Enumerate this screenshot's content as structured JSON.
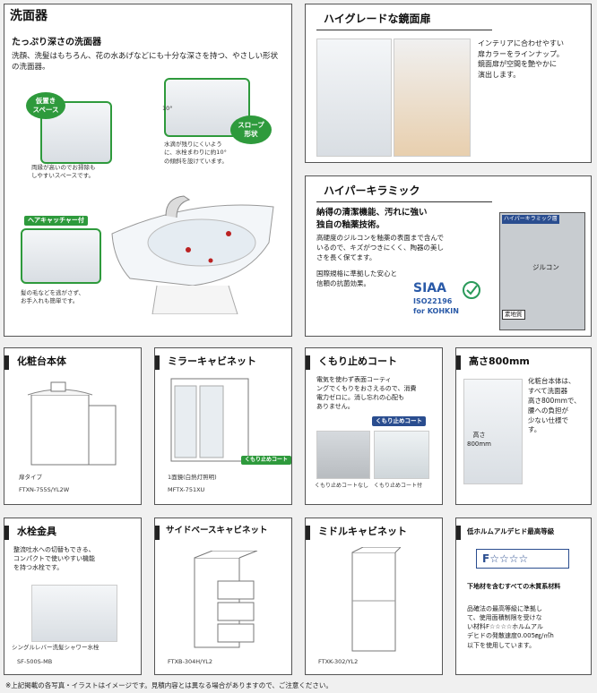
{
  "sink": {
    "title": "洗面器",
    "subtitle": "たっぷり深さの洗面器",
    "desc": "洗顔、洗髪はもちろん、花の水あげなどにも十分な深さを持つ、やさしい形状の洗面器。",
    "callout_space": "仮置き\nスペース",
    "callout_slope": "スロープ\n形状",
    "slope_angle": "10°",
    "note_space": "両縁が高いのでお掃除も\nしやすいスペースです。",
    "note_slope": "水滴が残りにくいよう\nに、水栓まわりに約10°\nの傾斜を設けています。",
    "hair_catcher_label": "ヘアキャッチャー付",
    "note_hair": "髪の毛などを逃がさず、\nお手入れも簡単です。"
  },
  "mirror_door": {
    "title": "ハイグレードな鏡面扉",
    "desc": "インテリアに合わせやすい\n扉カラーをラインナップ。\n鏡面扉が空間を艶やかに\n演出します。"
  },
  "ceramic": {
    "title": "ハイパーキラミック",
    "lead": "納得の清潔機能、汚れに強い\n独自の釉薬技術。",
    "desc": "高硬度のジルコンを釉薬の表面まで含んで\nいるので、キズがつきにくく、陶器の美し\nさを長く保てます。",
    "note": "国際規格に準拠した安心と\n信頼の抗菌効果。",
    "siaa_text": "SIAA",
    "iso": "ISO22196",
    "for": "for KOHKIN",
    "micro_label": "ハイパーキラミック層",
    "zircon_label": "ジルコン",
    "base_label": "素地質"
  },
  "vanity": {
    "title": "化粧台本体",
    "type_label": "扉タイプ",
    "model": "FTXN-755S/YL2W"
  },
  "mirror_cab": {
    "title": "ミラーキャビネット",
    "caption": "1面鏡(白熱灯照明)",
    "model": "MFTX-751XU",
    "tag": "くもり止めコート"
  },
  "antifog": {
    "title": "くもり止めコート",
    "desc": "電気を使わず表面コーティ\nングでくもりをおさえるので、消費\n電力ゼロに。消し忘れの心配も\nありません。",
    "tag": "くもり止めコート",
    "cap_left": "くもり止めコートなし",
    "cap_right": "くもり止めコート付"
  },
  "height": {
    "title": "高さ800mm",
    "desc": "化粧台本体は、\nすべて洗面器\n高さ800mmで、\n腰への負担が\n少ない仕様で\nす。",
    "dim": "高さ\n800mm"
  },
  "faucet": {
    "title": "水栓金具",
    "desc": "整流吐水への切替もできる、\nコンパクトで使いやすい機能\nを持つ水栓です。",
    "caption": "シングルレバー洗髪シャワー水栓",
    "model": "SF-500S-MB"
  },
  "side_base": {
    "title": "サイドベースキャビネット",
    "model": "FTXB-304H/YL2"
  },
  "middle": {
    "title": "ミドルキャビネット",
    "model": "FTXK-302/YL2"
  },
  "formaldehyde": {
    "title": "低ホルムアルデヒド最高等級",
    "grade": "F☆☆☆☆",
    "subhead": "下地材を含むすべての木質系材料",
    "desc": "品確法の最高等級に準拠し\nて、使用面積制限を受けな\nい材料F☆☆☆☆ホルムアル\nデヒドの発散速度0.005㎎/㎡h\n以下を使用しています。"
  },
  "footnote": "※上記掲載の各写真・イラストはイメージです。見積内容とは異なる場合がありますので、ご注意ください。"
}
